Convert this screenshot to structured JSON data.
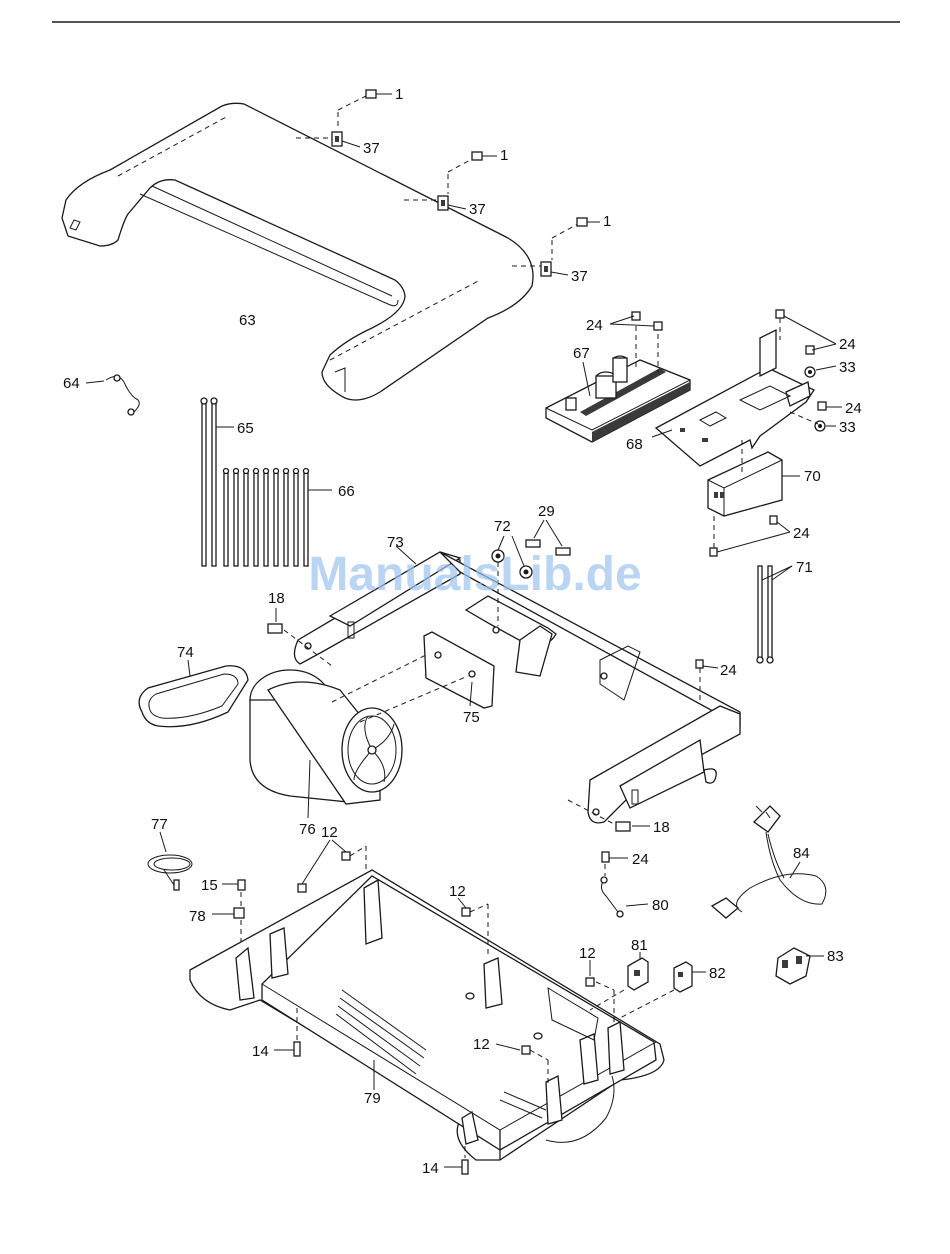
{
  "watermark": "ManualsLib.de",
  "callouts": [
    {
      "id": "c1a",
      "text": "1"
    },
    {
      "id": "c1b",
      "text": "1"
    },
    {
      "id": "c1c",
      "text": "1"
    },
    {
      "id": "c37a",
      "text": "37"
    },
    {
      "id": "c37b",
      "text": "37"
    },
    {
      "id": "c37c",
      "text": "37"
    },
    {
      "id": "c63",
      "text": "63"
    },
    {
      "id": "c64",
      "text": "64"
    },
    {
      "id": "c65",
      "text": "65"
    },
    {
      "id": "c66",
      "text": "66"
    },
    {
      "id": "c24a",
      "text": "24"
    },
    {
      "id": "c24b",
      "text": "24"
    },
    {
      "id": "c67",
      "text": "67"
    },
    {
      "id": "c33a",
      "text": "33"
    },
    {
      "id": "c24c",
      "text": "24"
    },
    {
      "id": "c33b",
      "text": "33"
    },
    {
      "id": "c68",
      "text": "68"
    },
    {
      "id": "c70",
      "text": "70"
    },
    {
      "id": "c24d",
      "text": "24"
    },
    {
      "id": "c29",
      "text": "29"
    },
    {
      "id": "c72",
      "text": "72"
    },
    {
      "id": "c73",
      "text": "73"
    },
    {
      "id": "c71",
      "text": "71"
    },
    {
      "id": "c18a",
      "text": "18"
    },
    {
      "id": "c74",
      "text": "74"
    },
    {
      "id": "c24e",
      "text": "24"
    },
    {
      "id": "c75",
      "text": "75"
    },
    {
      "id": "c76",
      "text": "76"
    },
    {
      "id": "c18b",
      "text": "18"
    },
    {
      "id": "c77",
      "text": "77"
    },
    {
      "id": "c12a",
      "text": "12"
    },
    {
      "id": "c24f",
      "text": "24"
    },
    {
      "id": "c84",
      "text": "84"
    },
    {
      "id": "c15",
      "text": "15"
    },
    {
      "id": "c12b",
      "text": "12"
    },
    {
      "id": "c78",
      "text": "78"
    },
    {
      "id": "c80",
      "text": "80"
    },
    {
      "id": "c12c",
      "text": "12"
    },
    {
      "id": "c81",
      "text": "81"
    },
    {
      "id": "c83",
      "text": "83"
    },
    {
      "id": "c82",
      "text": "82"
    },
    {
      "id": "c14a",
      "text": "14"
    },
    {
      "id": "c12d",
      "text": "12"
    },
    {
      "id": "c79",
      "text": "79"
    },
    {
      "id": "c14b",
      "text": "14"
    }
  ]
}
